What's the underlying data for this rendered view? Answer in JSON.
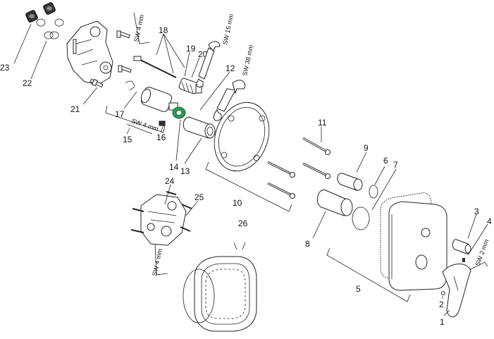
{
  "callouts": {
    "c1": "1",
    "c2": "2",
    "c3": "3",
    "c4": "4",
    "c5": "5",
    "c6": "6",
    "c7": "7",
    "c8": "8",
    "c9": "9",
    "c10": "10",
    "c11": "11",
    "c12": "12",
    "c13": "13",
    "c14": "14",
    "c15": "15",
    "c16": "16",
    "c17": "17",
    "c18": "18",
    "c19": "19",
    "c20": "20",
    "c21": "21",
    "c22": "22",
    "c23": "23",
    "c24": "24",
    "c25": "25",
    "c26": "26"
  },
  "wrench_sizes": {
    "sw4_top": "SW 4 mm",
    "sw15": "SW 15 mm",
    "sw38": "SW 38 mm",
    "sw4_mid": "SW 4 mm",
    "sw4_bottom": "SW 4 mm",
    "sw2": "SW 2 mm"
  },
  "colors": {
    "line": "#222222",
    "accent_green": "#2f9a5a",
    "accent_green_dark": "#1d6b3c",
    "nut_dark": "#333333"
  }
}
